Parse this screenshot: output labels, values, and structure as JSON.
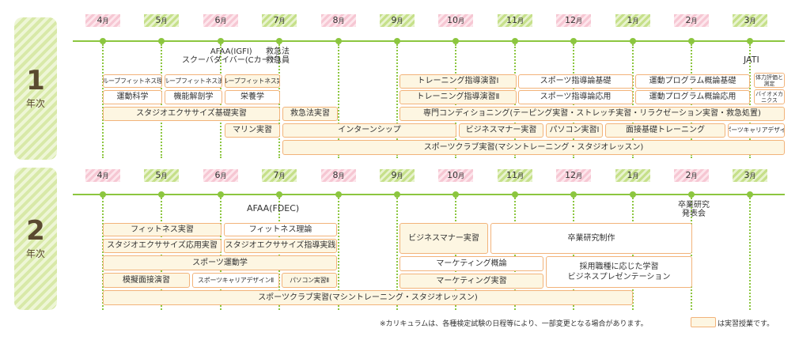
{
  "months": [
    {
      "num": "4",
      "unit": "月",
      "style": "pink"
    },
    {
      "num": "5",
      "unit": "月",
      "style": "green"
    },
    {
      "num": "6",
      "unit": "月",
      "style": "pink"
    },
    {
      "num": "7",
      "unit": "月",
      "style": "green"
    },
    {
      "num": "8",
      "unit": "月",
      "style": "pink"
    },
    {
      "num": "9",
      "unit": "月",
      "style": "green"
    },
    {
      "num": "10",
      "unit": "月",
      "style": "pink"
    },
    {
      "num": "11",
      "unit": "月",
      "style": "green"
    },
    {
      "num": "12",
      "unit": "月",
      "style": "pink"
    },
    {
      "num": "1",
      "unit": "月",
      "style": "green"
    },
    {
      "num": "2",
      "unit": "月",
      "style": "pink"
    },
    {
      "num": "3",
      "unit": "月",
      "style": "green"
    }
  ],
  "years": [
    {
      "num": "1",
      "label": "年次",
      "certs": [
        {
          "text": "AFAA(IGFI)\nスクーバダイバー(Cカード)"
        },
        {
          "text": "救急法\n救急員"
        },
        {
          "text": "JATI"
        }
      ],
      "courses": [
        {
          "label": "グループフィットネス理論",
          "practical": false
        },
        {
          "label": "グループフィットネス演習",
          "practical": false
        },
        {
          "label": "グループフィットネス実践",
          "practical": true
        },
        {
          "label": "トレーニング指導演習Ⅰ",
          "practical": true
        },
        {
          "label": "スポーツ指導論基礎",
          "practical": false
        },
        {
          "label": "運動プログラム概論基礎",
          "practical": false
        },
        {
          "label": "体力評価と測定",
          "practical": false
        },
        {
          "label": "運動科学",
          "practical": false
        },
        {
          "label": "機能解剖学",
          "practical": false
        },
        {
          "label": "栄養学",
          "practical": false
        },
        {
          "label": "トレーニング指導演習Ⅱ",
          "practical": true
        },
        {
          "label": "スポーツ指導論応用",
          "practical": false
        },
        {
          "label": "運動プログラム概論応用",
          "practical": false
        },
        {
          "label": "バイオメカニクス",
          "practical": false
        },
        {
          "label": "スタジオエクササイズ基礎実習",
          "practical": true
        },
        {
          "label": "救急法実習",
          "practical": true
        },
        {
          "label": "専門コンディショニング(テーピング実習・ストレッチ実習・リラクゼーション実習・救急処置)",
          "practical": true
        },
        {
          "label": "マリン実習",
          "practical": true
        },
        {
          "label": "インターンシップ",
          "practical": true
        },
        {
          "label": "ビジネスマナー実習",
          "practical": true
        },
        {
          "label": "パソコン実習Ⅰ",
          "practical": true
        },
        {
          "label": "面接基礎トレーニング",
          "practical": true
        },
        {
          "label": "スポーツキャリアデザインⅠ",
          "practical": false
        },
        {
          "label": "スポーツクラブ実習(マシントレーニング・スタジオレッスン)",
          "practical": true
        }
      ]
    },
    {
      "num": "2",
      "label": "年次",
      "certs": [
        {
          "text": "AFAA(FDEC)"
        },
        {
          "text": "卒業研究\n発表会"
        }
      ],
      "courses": [
        {
          "label": "フィットネス実習",
          "practical": true
        },
        {
          "label": "フィットネス理論",
          "practical": false
        },
        {
          "label": "ビジネスマナー実習",
          "practical": true
        },
        {
          "label": "卒業研究制作",
          "practical": false
        },
        {
          "label": "スタジオエクササイズ応用実習",
          "practical": true
        },
        {
          "label": "スタジオエクササイズ指導実践",
          "practical": true
        },
        {
          "label": "スポーツ運動学",
          "practical": true
        },
        {
          "label": "マーケティング概論",
          "practical": false
        },
        {
          "label": "採用職種に応じた学習\nビジネスプレゼンテーション",
          "practical": false
        },
        {
          "label": "模擬面接演習",
          "practical": true
        },
        {
          "label": "スポーツキャリアデザインⅡ",
          "practical": false
        },
        {
          "label": "パソコン実習Ⅱ",
          "practical": true
        },
        {
          "label": "マーケティング実習",
          "practical": true
        },
        {
          "label": "スポーツクラブ実習(マシントレーニング・スタジオレッスン)",
          "practical": true
        }
      ]
    }
  ],
  "footnote": "※カリキュラムは、各種検定試験の日程等により、一部変更となる場合があります。",
  "legend": "は実習授業です。",
  "colors": {
    "accent": "#8cc63f",
    "box_border": "#f2b37a",
    "practical_fill": "#fdf6e2",
    "month_pink": "#f6c7d3",
    "month_green": "#c6e08a"
  }
}
